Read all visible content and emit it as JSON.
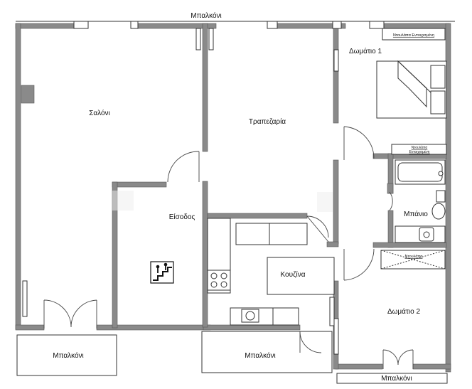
{
  "rooms": {
    "saloni": "Σαλόνι",
    "trapezaria": "Τραπεζαρία",
    "eisodos": "Είσοδος",
    "kouzina": "Κουζίνα",
    "domatio1": "Δωμάτιο 1",
    "domatio2": "Δωμάτιο 2",
    "banio": "Μπάνιο"
  },
  "balconies": {
    "top": "Μπαλκόνι",
    "bottom_left": "Μπαλκόνι",
    "bottom_middle": "Μπαλκόνι",
    "bottom_right": "Μπαλκόνι"
  },
  "wardrobes": {
    "room1_top": "Ντουλάπα Εντοιχισμένη",
    "room1_lower_line1": "Ντουλάπα",
    "room1_lower_line2": "Εντοιχισμένη",
    "room2": "Ντουλάπα"
  },
  "colors": {
    "wall": "#8a8a8a",
    "line": "#333333",
    "background": "#ffffff"
  },
  "icons": {
    "stairs": "stairs-icon"
  }
}
